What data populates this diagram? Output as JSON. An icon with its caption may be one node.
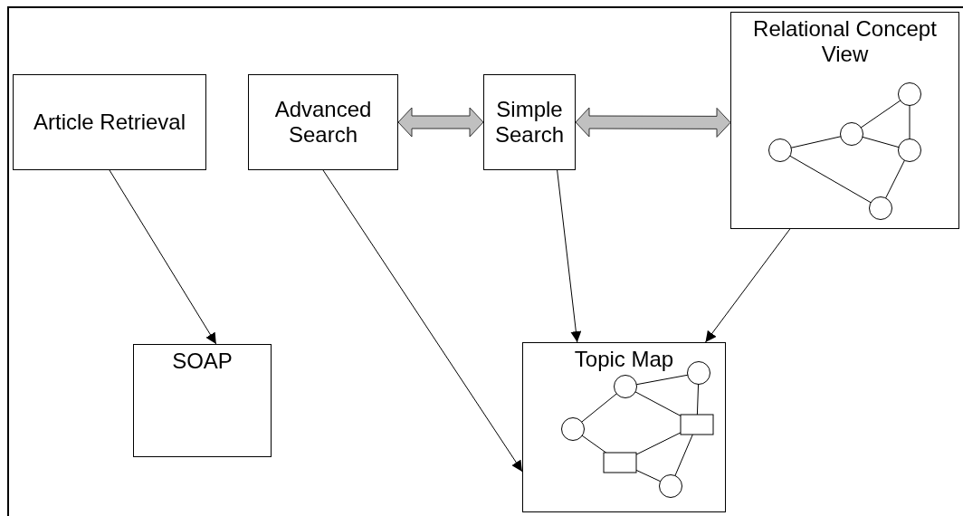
{
  "diagram": {
    "nodes": [
      {
        "text": [
          "Article Retrieval"
        ]
      },
      {
        "text": [
          "Advanced Search"
        ]
      },
      {
        "text": [
          "Simple Search"
        ]
      },
      {
        "text": [
          "Relational Concept View"
        ]
      },
      {
        "text": [
          "SOAP"
        ]
      },
      {
        "text": [
          "Topic Map"
        ]
      }
    ],
    "edges": [
      {
        "from": 0,
        "to": 4,
        "arrow": "to"
      },
      {
        "from": 1,
        "to": 5,
        "arrow": "to"
      },
      {
        "from": 2,
        "to": 5,
        "arrow": "to"
      },
      {
        "from": 3,
        "to": 5,
        "arrow": "to"
      },
      {
        "from": 1,
        "to": 2,
        "arrow": "both",
        "style": "thick",
        "color": "#c0c0c0"
      },
      {
        "from": 2,
        "to": 3,
        "arrow": "both",
        "style": "thick",
        "color": "#c0c0c0"
      }
    ]
  }
}
